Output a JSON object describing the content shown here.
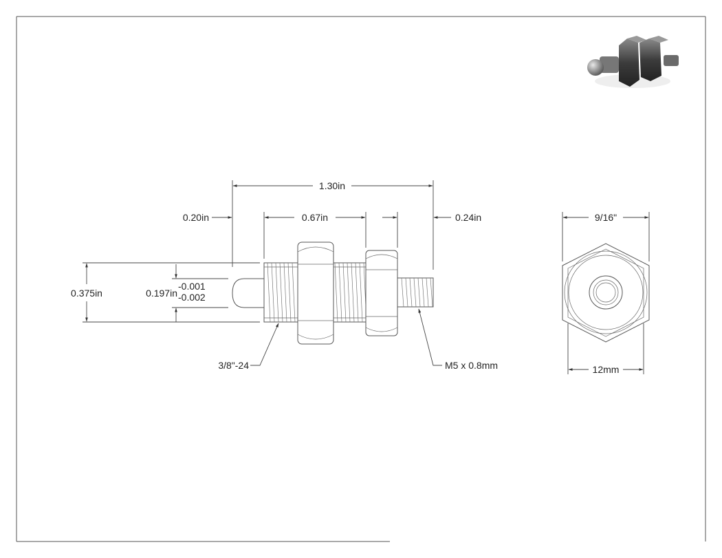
{
  "drawing": {
    "border_color": "#555555",
    "line_color": "#444444",
    "dimensions": {
      "overall_length": "1.30in",
      "plunger_length": "0.20in",
      "body_length": "0.67in",
      "stud_length": "0.24in",
      "thread_dia": "0.375in",
      "plunger_dia": "0.197in",
      "tol_upper": "-0.001",
      "tol_lower": "-0.002",
      "hex_across_corners": "9/16\"",
      "hex_across_flats": "12mm"
    },
    "callouts": {
      "body_thread": "3/8\"-24",
      "stud_thread": "M5 x 0.8mm"
    }
  }
}
